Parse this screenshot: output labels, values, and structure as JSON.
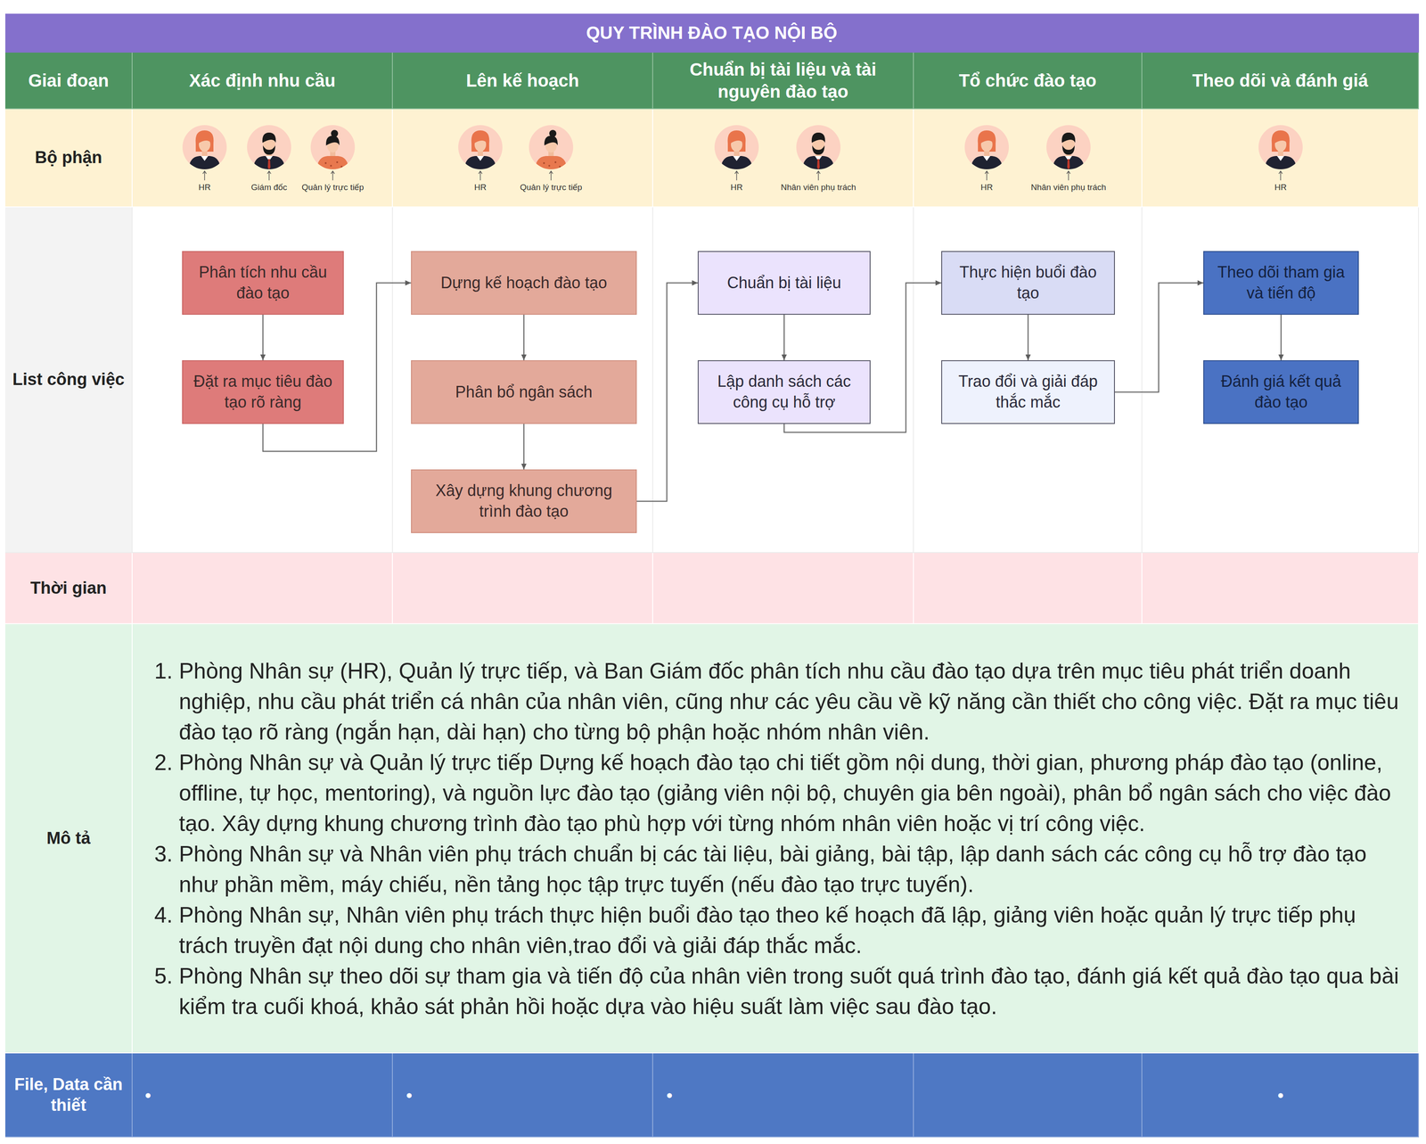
{
  "diagram": {
    "title": "QUY TRÌNH ĐÀO TẠO NỘI BỘ",
    "nodes": [
      {
        "text": [
          "Phân tích nhu cầu đào tạo"
        ]
      },
      {
        "text": [
          "Đặt ra mục tiêu đào tạo rõ ràng"
        ]
      },
      {
        "text": [
          "Dựng kế hoạch đào tạo"
        ]
      },
      {
        "text": [
          "Phân bổ ngân sách"
        ]
      },
      {
        "text": [
          "Xây dựng khung chương trình đào tạo"
        ]
      },
      {
        "text": [
          "Chuẩn bị tài liệu"
        ]
      },
      {
        "text": [
          "Lập danh sách các công cụ hỗ trợ"
        ]
      },
      {
        "text": [
          "Thực hiện buổi đào tạo"
        ]
      },
      {
        "text": [
          "Trao đổi và giải đáp thắc mắc"
        ]
      },
      {
        "text": [
          "Theo dõi tham gia và tiến độ"
        ]
      },
      {
        "text": [
          "Đánh giá kết quả đào tạo"
        ]
      }
    ],
    "edges": [
      {
        "from": 0,
        "to": 1,
        "arrow": "to"
      },
      {
        "from": 1,
        "to": 2,
        "arrow": "to"
      },
      {
        "from": 2,
        "to": 3,
        "arrow": "to"
      },
      {
        "from": 3,
        "to": 4,
        "arrow": "to"
      },
      {
        "from": 4,
        "to": 5,
        "arrow": "to"
      },
      {
        "from": 5,
        "to": 6,
        "arrow": "to"
      },
      {
        "from": 6,
        "to": 7,
        "arrow": "to"
      },
      {
        "from": 7,
        "to": 8,
        "arrow": "to"
      },
      {
        "from": 8,
        "to": 9,
        "arrow": "to"
      },
      {
        "from": 9,
        "to": 10,
        "arrow": "to"
      }
    ],
    "labels": [
      "Giai đoạn",
      "Xác định nhu cầu",
      "Lên kế hoạch",
      "Chuẩn bị tài liệu và tài nguyên đào tạo",
      "Tổ chức đào tạo",
      "Theo dõi và đánh giá",
      "Bộ phận",
      "HR",
      "Giám đốc",
      "Quản lý trực tiếp",
      "HR",
      "Quản lý trực tiếp",
      "HR",
      "Nhân viên phụ trách",
      "HR",
      "Nhân viên phụ trách",
      "HR",
      "List công việc",
      "Thời gian",
      "Mô tả",
      "1.",
      "Phòng Nhân sự (HR), Quản lý trực tiếp, và Ban Giám đốc phân tích nhu cầu đào tạo dựa trên mục tiêu phát triển doanh nghiệp, nhu cầu phát triển cá nhân của nhân viên, cũng như các yêu cầu về kỹ năng cần thiết cho công việc. Đặt ra mục tiêu đào tạo rõ ràng (ngắn hạn, dài hạn) cho từng bộ phận hoặc nhóm nhân viên.",
      "2.",
      "Phòng Nhân sự và Quản lý trực tiếp Dựng kế hoạch đào tạo chi tiết gồm nội dung, thời gian, phương pháp đào tạo (online, offline, tự học, mentoring), và nguồn lực đào tạo (giảng viên nội bộ, chuyên gia bên ngoài), phân bổ ngân sách cho việc đào tạo. Xây dựng khung chương trình đào tạo phù hợp với từng nhóm nhân viên hoặc vị trí công việc.",
      "3.",
      "Phòng Nhân sự và Nhân viên phụ trách chuẩn bị các tài liệu, bài giảng, bài tập, lập danh sách các công cụ hỗ trợ đào tạo như phần mềm, máy chiếu, nền tảng học tập trực tuyến (nếu đào tạo trực tuyến).",
      "4.",
      "Phòng Nhân sự, Nhân viên phụ trách thực hiện buổi đào tạo theo kế hoạch đã lập, giảng viên hoặc quản lý trực tiếp phụ trách truyền đạt nội dung cho nhân viên,trao đổi và giải đáp thắc mắc.",
      "5.",
      "Phòng Nhân sự theo dõi sự tham gia và tiến độ của nhân viên trong suốt quá trình đào tạo, đánh giá kết quả đào tạo qua bài kiểm tra cuối khoá, khảo sát phản hồi hoặc dựa vào hiệu suất làm việc sau đào tạo.",
      "File, Data cần thiết",
      "•",
      "•",
      "•",
      "•"
    ]
  }
}
